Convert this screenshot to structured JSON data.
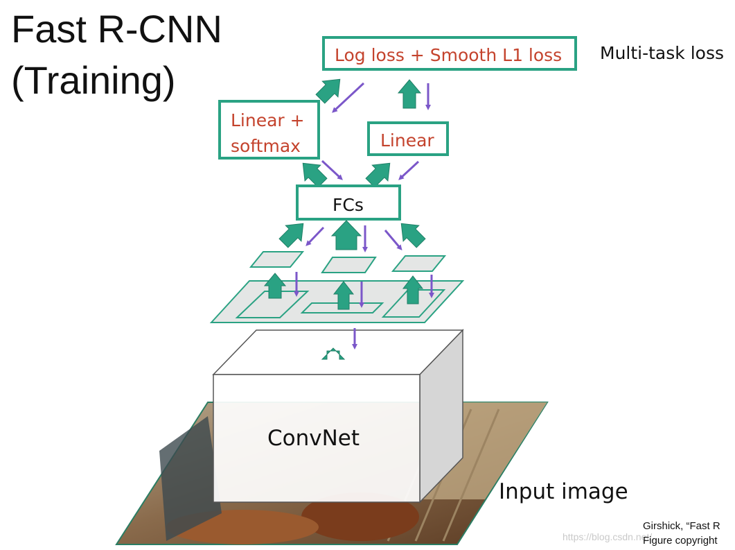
{
  "title": {
    "line1": "Fast R-CNN",
    "line2": "(Training)"
  },
  "boxes": {
    "loss_label": "Log loss + Smooth L1 loss",
    "softmax_label_line1": "Linear +",
    "softmax_label_line2": "softmax",
    "linear_label": "Linear",
    "fcs_label": "FCs",
    "convnet_label": "ConvNet"
  },
  "labels": {
    "multitask": "Multi-task loss",
    "input_image": "Input image"
  },
  "citation": {
    "line1": "Girshick, “Fast R",
    "line2": "Figure copyright"
  },
  "watermark": "https://blog.csdn.net/...",
  "colors": {
    "green_arrow": "#2aa283",
    "purple_arrow": "#7b57c9",
    "box_border": "#2aa283",
    "red_text": "#c4432d",
    "feature_map_fill": "#e4e6e5"
  }
}
